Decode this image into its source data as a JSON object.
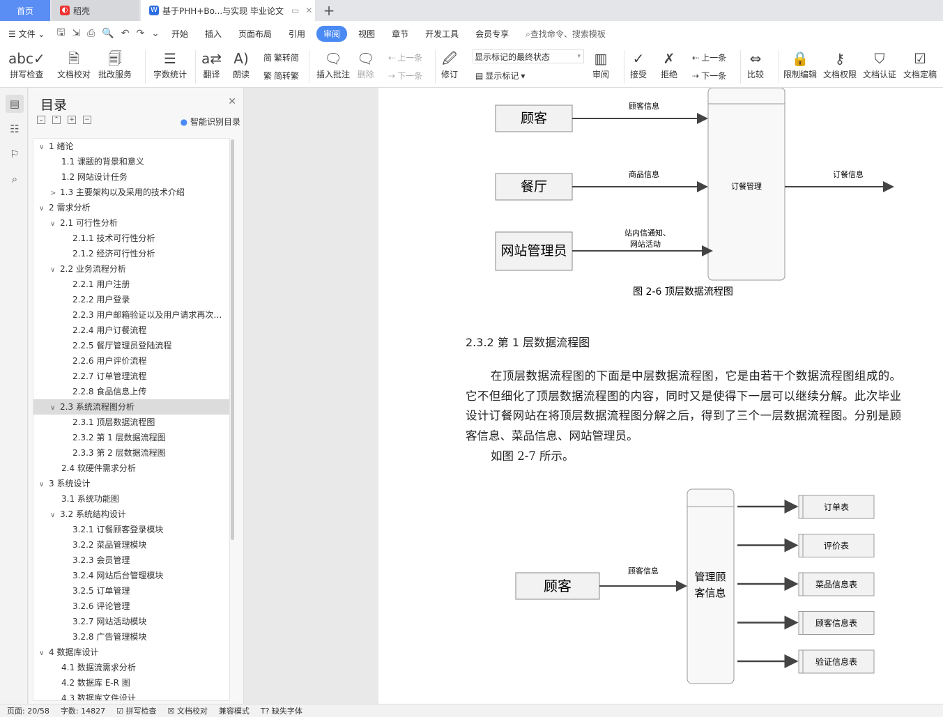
{
  "tabs": {
    "home": "首页",
    "daoke": "稻壳",
    "doc": "基于PHH+Bo...与实现 毕业论文"
  },
  "menu": {
    "file": "文件",
    "items": [
      "开始",
      "插入",
      "页面布局",
      "引用",
      "审阅",
      "视图",
      "章节",
      "开发工具",
      "会员专享"
    ],
    "search": "查找命令、搜索模板"
  },
  "ribbon": {
    "spell": "拼写检查",
    "proof": "文档校对",
    "correct": "批改服务",
    "wordcount": "字数统计",
    "translate": "翻译",
    "read": "朗读",
    "trad2simp": "繁转简",
    "simp2trad": "简转繁",
    "insert_comment": "插入批注",
    "delete": "删除",
    "prev": "上一条",
    "next": "下一条",
    "revise": "修订",
    "markup_state": "显示标记的最终状态",
    "show_markup": "显示标记",
    "review": "审阅",
    "accept": "接受",
    "reject": "拒绝",
    "prev2": "上一条",
    "next2": "下一条",
    "compare": "比较",
    "restrict": "限制编辑",
    "rights": "文档权限",
    "certify": "文档认证",
    "finalize": "文档定稿"
  },
  "toc": {
    "title": "目录",
    "smart": "智能识别目录",
    "items": [
      {
        "label": "1 绪论",
        "level": 1,
        "toggle": "open"
      },
      {
        "label": "1.1 课题的背景和意义",
        "level": 2,
        "toggle": ""
      },
      {
        "label": "1.2 网站设计任务",
        "level": 2,
        "toggle": ""
      },
      {
        "label": "1.3 主要架构以及采用的技术介绍",
        "level": 2,
        "toggle": "closed"
      },
      {
        "label": "2 需求分析",
        "level": 1,
        "toggle": "open"
      },
      {
        "label": "2.1  可行性分析",
        "level": 2,
        "toggle": "open"
      },
      {
        "label": "2.1.1  技术可行性分析",
        "level": 3,
        "toggle": ""
      },
      {
        "label": "2.1.2  经济可行性分析",
        "level": 3,
        "toggle": ""
      },
      {
        "label": "2.2  业务流程分析",
        "level": 2,
        "toggle": "open"
      },
      {
        "label": "2.2.1  用户注册",
        "level": 3,
        "toggle": ""
      },
      {
        "label": "2.2.2  用户登录",
        "level": 3,
        "toggle": ""
      },
      {
        "label": "2.2.3  用户邮箱验证以及用户请求再次…",
        "level": 3,
        "toggle": ""
      },
      {
        "label": "2.2.4  用户订餐流程",
        "level": 3,
        "toggle": ""
      },
      {
        "label": "2.2.5  餐厅管理员登陆流程",
        "level": 3,
        "toggle": ""
      },
      {
        "label": "2.2.6 用户评价流程",
        "level": 3,
        "toggle": ""
      },
      {
        "label": "2.2.7 订单管理流程",
        "level": 3,
        "toggle": ""
      },
      {
        "label": "2.2.8 食品信息上传",
        "level": 3,
        "toggle": ""
      },
      {
        "label": "2.3  系统流程图分析",
        "level": 2,
        "toggle": "open",
        "selected": true
      },
      {
        "label": "2.3.1 顶层数据流程图",
        "level": 3,
        "toggle": ""
      },
      {
        "label": "2.3.2  第  1  层数据流程图",
        "level": 3,
        "toggle": ""
      },
      {
        "label": "2.3.3  第  2  层数据流程图",
        "level": 3,
        "toggle": ""
      },
      {
        "label": "2.4 软硬件需求分析",
        "level": 2,
        "toggle": ""
      },
      {
        "label": "3 系统设计",
        "level": 1,
        "toggle": "open"
      },
      {
        "label": "3.1 系统功能图",
        "level": 2,
        "toggle": ""
      },
      {
        "label": "3.2 系统结构设计",
        "level": 2,
        "toggle": "open"
      },
      {
        "label": "3.2.1 订餐顾客登录模块",
        "level": 3,
        "toggle": ""
      },
      {
        "label": "3.2.2 菜品管理模块",
        "level": 3,
        "toggle": ""
      },
      {
        "label": "3.2.3 会员管理",
        "level": 3,
        "toggle": ""
      },
      {
        "label": "3.2.4 网站后台管理模块",
        "level": 3,
        "toggle": ""
      },
      {
        "label": "3.2.5 订单管理",
        "level": 3,
        "toggle": ""
      },
      {
        "label": "3.2.6 评论管理",
        "level": 3,
        "toggle": ""
      },
      {
        "label": "3.2.7 网站活动模块",
        "level": 3,
        "toggle": ""
      },
      {
        "label": "3.2.8 广告管理模块",
        "level": 3,
        "toggle": ""
      },
      {
        "label": "4 数据库设计",
        "level": 1,
        "toggle": "open"
      },
      {
        "label": "4.1 数据流需求分析",
        "level": 2,
        "toggle": ""
      },
      {
        "label": "4.2 数据库 E-R 图",
        "level": 2,
        "toggle": ""
      },
      {
        "label": "4.3 数据库文件设计",
        "level": 2,
        "toggle": ""
      }
    ]
  },
  "doc": {
    "fig1": {
      "customer": "顾客",
      "restaurant": "餐厅",
      "admin": "网站管理员",
      "l1": "顾客信息",
      "l2": "商品信息",
      "l3a": "站内信通知、",
      "l3b": "网站活动",
      "process": "订餐管理",
      "out": "订餐信息",
      "caption": "图 2-6 顶层数据流程图"
    },
    "heading": "2.3.2  第  1  层数据流程图",
    "paragraph": "在顶层数据流程图的下面是中层数据流程图，它是由若干个数据流程图组成的。它不但细化了顶层数据流程图的内容，同时又是使得下一层可以继续分解。此次毕业设计订餐网站在将顶层数据流程图分解之后，得到了三个一层数据流程图。分别是顾客信息、菜品信息、网站管理员。",
    "paragraph2": "如图 2-7 所示。",
    "fig2": {
      "customer": "顾客",
      "flow": "顾客信息",
      "p1": "管理顾",
      "p2": "客信息",
      "stores": [
        "订单表",
        "评价表",
        "菜品信息表",
        "顾客信息表",
        "验证信息表"
      ]
    }
  },
  "status": {
    "page": "页面: 20/58",
    "words": "字数: 14827",
    "spell": "拼写检查",
    "proof": "文档校对",
    "compat": "兼容模式",
    "font": "缺失字体"
  }
}
